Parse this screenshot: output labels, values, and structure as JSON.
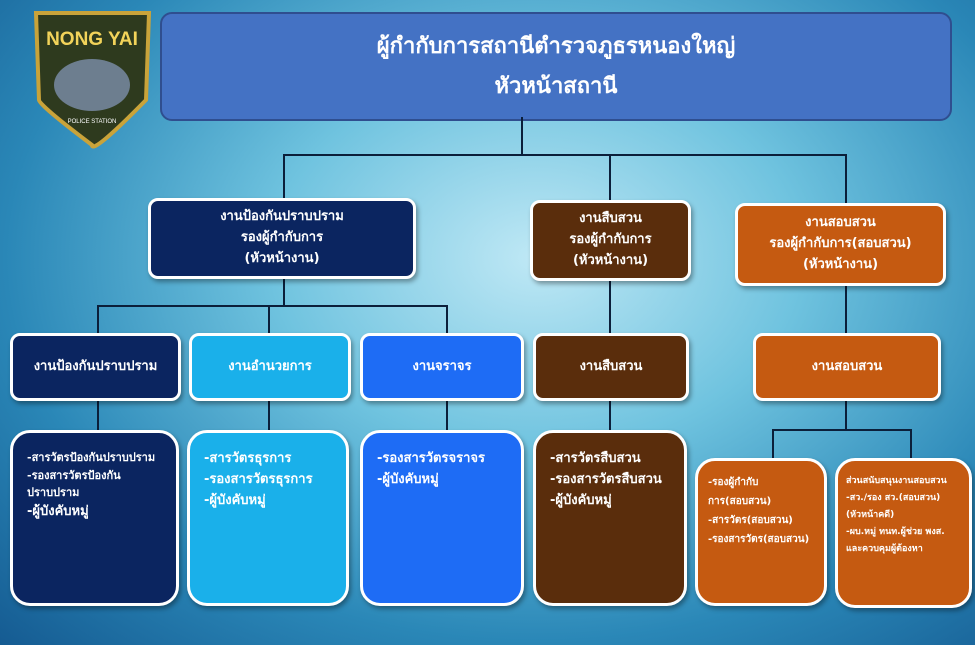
{
  "logo": {
    "text": "NONG YAI",
    "subtext": "POLICE STATION"
  },
  "title": {
    "line1": "ผู้กำกับการสถานีตำรวจภูธรหนองใหญ่",
    "line2": "หัวหน้าสถานี"
  },
  "deputies": [
    {
      "lines": [
        "งานป้องกันปราบปราม",
        "รองผู้กำกับการ",
        "(หัวหน้างาน)"
      ]
    },
    {
      "lines": [
        "งานสืบสวน",
        "รองผู้กำกับการ",
        "(หัวหน้างาน)"
      ]
    },
    {
      "lines": [
        "งานสอบสวน",
        "รองผู้กำกับการ(สอบสวน)",
        "(หัวหน้างาน)"
      ]
    }
  ],
  "units": [
    "งานป้องกันปราบปราม",
    "งานอำนวยการ",
    "งานจราจร",
    "งานสืบสวน",
    "งานสอบสวน"
  ],
  "details": [
    [
      "-สารวัตรป้องกันปราบปราม",
      "-รองสารวัตรป้องกัน",
      "ปราบปราม",
      "-ผู้บังคับหมู่"
    ],
    [
      "-สารวัตรธุรการ",
      "-รองสารวัตรธุรการ",
      "-ผู้บังคับหมู่"
    ],
    [
      "-รองสารวัตรจราจร",
      "-ผู้บังคับหมู่"
    ],
    [
      "-สารวัตรสืบสวน",
      "-รองสารวัตรสืบสวน",
      "-ผู้บังคับหมู่"
    ],
    [
      "-รองผู้กำกับการ(สอบสวน)",
      "-สารวัตร(สอบสวน)",
      "-รองสารวัตร(สอบสวน)"
    ],
    [
      "ส่วนสนับสนุนงานสอบสวน",
      "-สว./รอง สว.(สอบสวน)",
      "(หัวหน้าคดี)",
      "-ผบ.หมู่ ทนท.ผู้ช่วย พงส.",
      "และควบคุมผู้ต้องหา"
    ]
  ]
}
